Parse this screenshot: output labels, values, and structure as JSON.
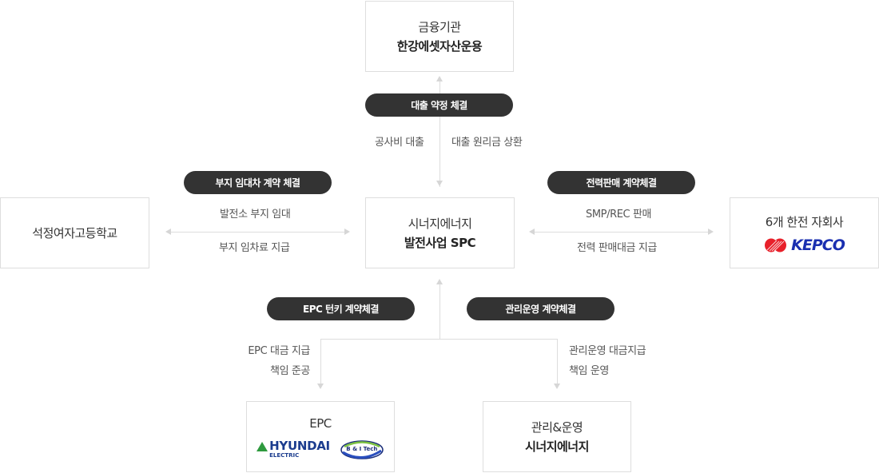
{
  "nodes": {
    "finance": {
      "line1": "금융기관",
      "line2": "한강에셋자산운용"
    },
    "school": {
      "line1": "석정여자고등학교"
    },
    "spc": {
      "line1": "시너지에너지",
      "line2": "발전사업 SPC"
    },
    "kepco": {
      "line1": "6개 한전 자회사",
      "logo_text": "KEPCO",
      "logo_icon": "kepco-logo-icon"
    },
    "epc": {
      "line1": "EPC",
      "logos": [
        {
          "name": "HYUNDAI",
          "sub": "ELECTRIC",
          "icon": "hyundai-logo-icon"
        },
        {
          "name": "B & I Tech",
          "icon": "bitech-logo-icon"
        }
      ]
    },
    "om": {
      "line1": "관리&운영",
      "line2": "시너지에너지"
    }
  },
  "contracts": {
    "loan": "대출 약정 체결",
    "lease": "부지 임대차 계약 체결",
    "power": "전력판매 계약체결",
    "epc": "EPC 턴키 계약체결",
    "om": "관리운영 계약체결"
  },
  "flows": {
    "loan_down": "공사비 대출",
    "loan_up": "대출 원리금 상환",
    "lease_top": "발전소 부지 임대",
    "lease_bottom": "부지 임차료 지급",
    "power_top": "SMP/REC 판매",
    "power_bottom": "전력 판매대금 지급",
    "epc_1": "EPC 대금 지급",
    "epc_2": "책임 준공",
    "om_1": "관리운영 대금지급",
    "om_2": "책임 운영"
  },
  "colors": {
    "pill": "#333333",
    "line": "#dddddd",
    "box_border": "#dedede",
    "kepco_blue": "#1a2fb0",
    "kepco_red": "#e8202a",
    "hyundai_green": "#2e9a3e",
    "hyundai_blue": "#1b3c8e"
  }
}
